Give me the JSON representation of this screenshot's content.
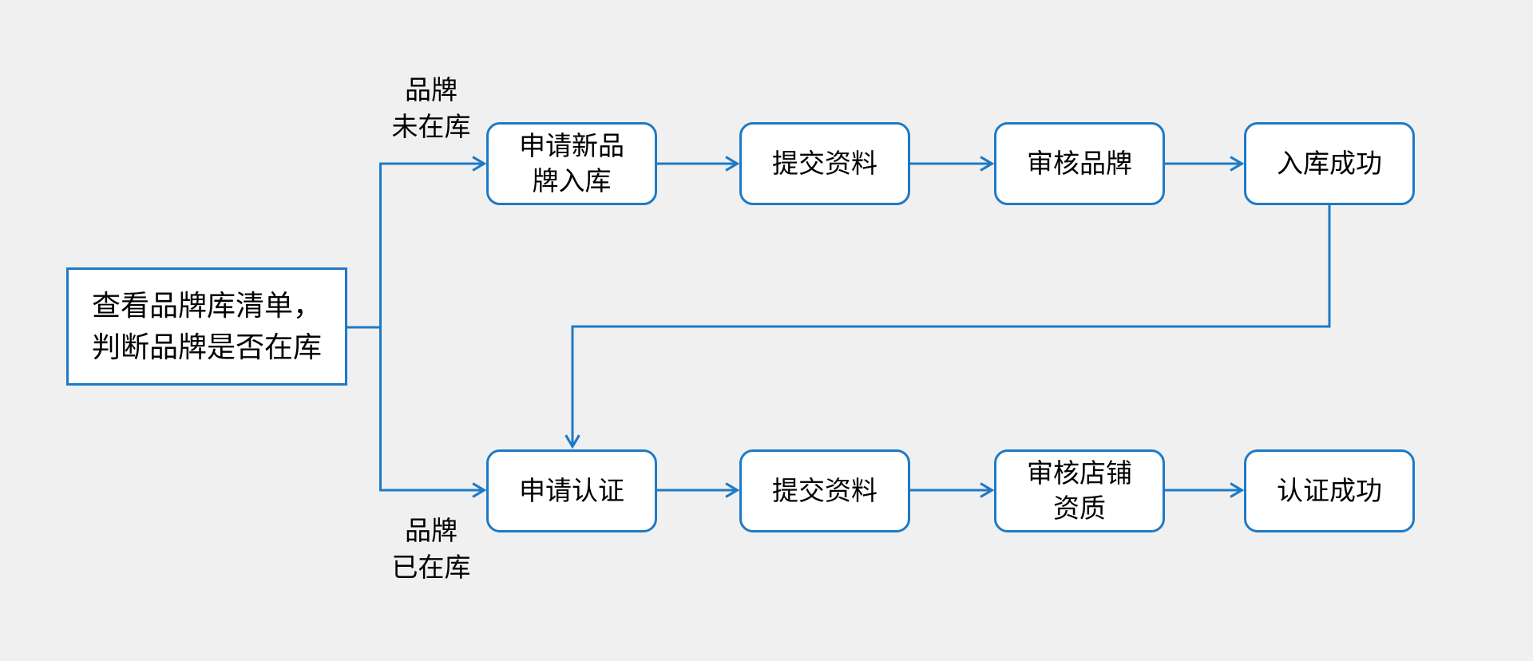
{
  "diagram": {
    "colors": {
      "line": "#1e7ac6",
      "background": "#f0f0f0",
      "node_fill": "#ffffff",
      "text": "#000000"
    },
    "start_node": {
      "label": "查看品牌库清单，\n判断品牌是否在库"
    },
    "branch_labels": {
      "not_in_library": "品牌\n未在库",
      "in_library": "品牌\n已在库"
    },
    "top_row": [
      {
        "label": "申请新品\n牌入库"
      },
      {
        "label": "提交资料"
      },
      {
        "label": "审核品牌"
      },
      {
        "label": "入库成功"
      }
    ],
    "bottom_row": [
      {
        "label": "申请认证"
      },
      {
        "label": "提交资料"
      },
      {
        "label": "审核店铺\n资质"
      },
      {
        "label": "认证成功"
      }
    ],
    "edges": [
      {
        "from": "查看品牌库清单，判断品牌是否在库",
        "to": "申请新品牌入库",
        "label": "品牌未在库"
      },
      {
        "from": "申请新品牌入库",
        "to": "提交资料(上)",
        "label": ""
      },
      {
        "from": "提交资料(上)",
        "to": "审核品牌",
        "label": ""
      },
      {
        "from": "审核品牌",
        "to": "入库成功",
        "label": ""
      },
      {
        "from": "入库成功",
        "to": "申请认证",
        "label": ""
      },
      {
        "from": "查看品牌库清单，判断品牌是否在库",
        "to": "申请认证",
        "label": "品牌已在库"
      },
      {
        "from": "申请认证",
        "to": "提交资料(下)",
        "label": ""
      },
      {
        "from": "提交资料(下)",
        "to": "审核店铺资质",
        "label": ""
      },
      {
        "from": "审核店铺资质",
        "to": "认证成功",
        "label": ""
      }
    ]
  }
}
